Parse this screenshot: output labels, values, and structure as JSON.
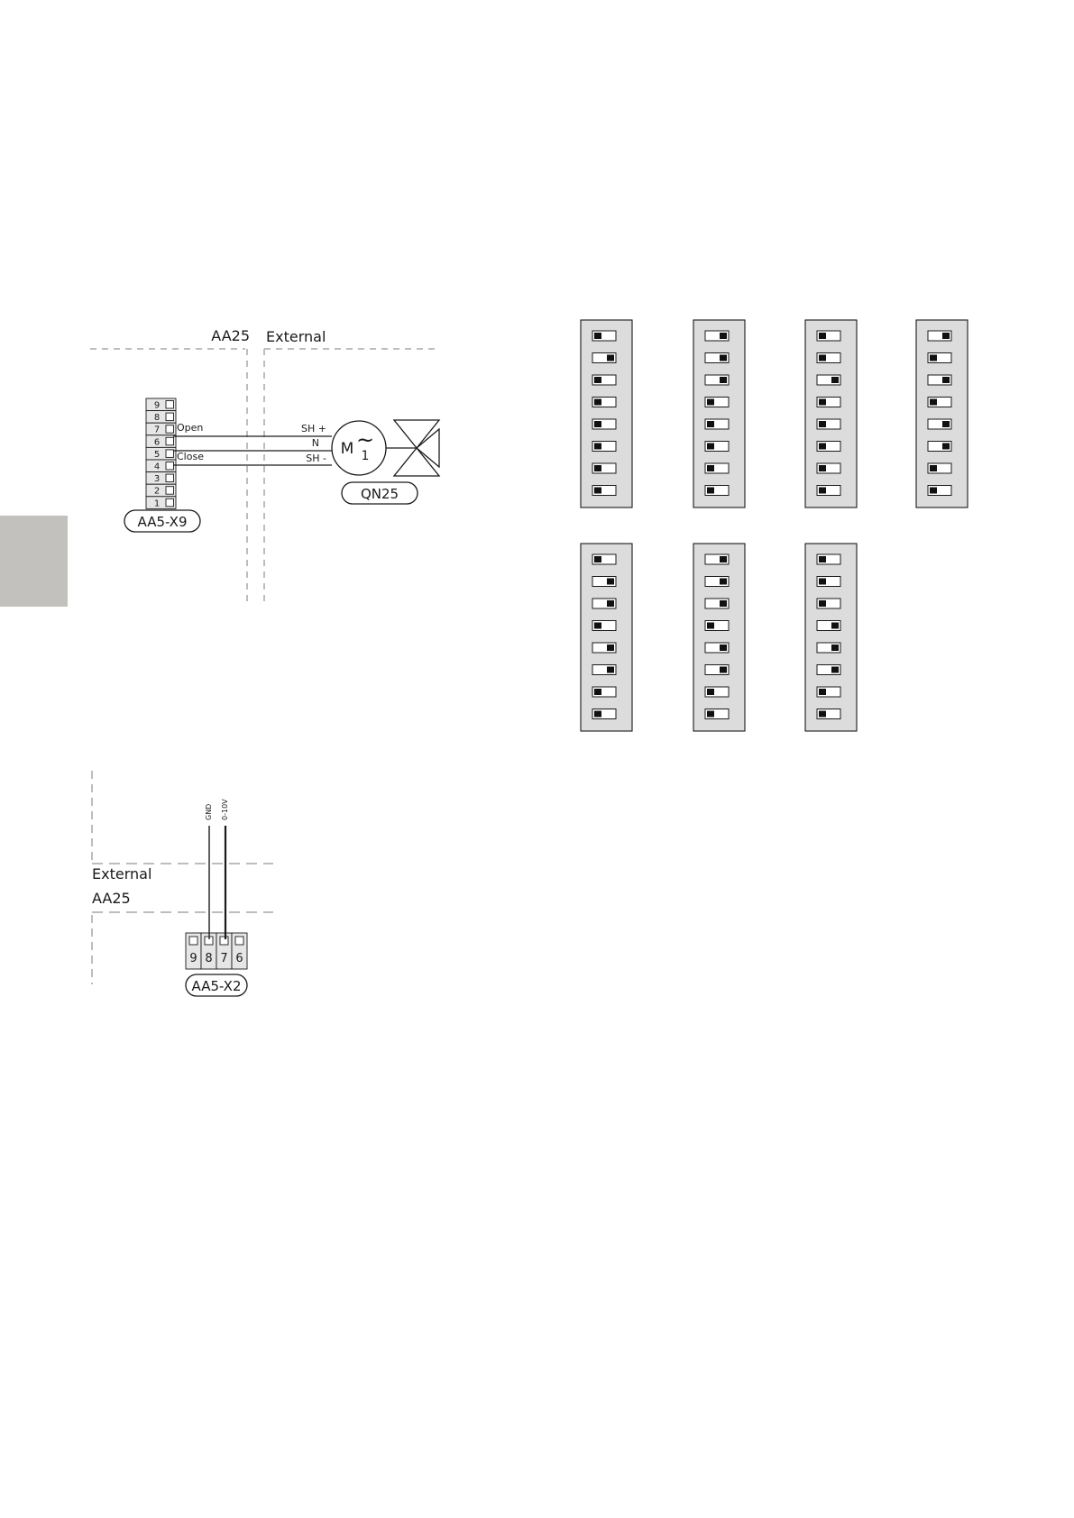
{
  "colors": {
    "tab": "#c3c1bd",
    "dip_panel": "#dcdcdc",
    "dashed": "#bdbdbd",
    "ink": "#1a1a1a"
  },
  "valve_diagram": {
    "zone_left": "AA25",
    "zone_right": "External",
    "terminal_block": "AA5-X9",
    "terminal_numbers": [
      "9",
      "8",
      "7",
      "6",
      "5",
      "4",
      "3",
      "2",
      "1"
    ],
    "open_label": "Open",
    "close_label": "Close",
    "motor_pins": [
      "SH +",
      "N",
      "SH -"
    ],
    "motor_letter": "M",
    "motor_tilde": "~",
    "motor_phase": "1",
    "actuator": "QN25"
  },
  "analog_diagram": {
    "zone_top": "External",
    "zone_bottom": "AA25",
    "terminal_block": "AA5-X2",
    "terminal_numbers": [
      "9",
      "8",
      "7",
      "6"
    ],
    "wire_gnd": "GND",
    "wire_signal": "0-10V"
  },
  "dip_switch_sets": [
    [
      "left",
      "right",
      "left",
      "left",
      "left",
      "left",
      "left",
      "left"
    ],
    [
      "right",
      "right",
      "right",
      "left",
      "left",
      "left",
      "left",
      "left"
    ],
    [
      "left",
      "left",
      "right",
      "left",
      "left",
      "left",
      "left",
      "left"
    ],
    [
      "right",
      "left",
      "right",
      "left",
      "right",
      "right",
      "left",
      "left"
    ],
    [
      "left",
      "right",
      "right",
      "left",
      "right",
      "right",
      "left",
      "left"
    ],
    [
      "right",
      "right",
      "right",
      "left",
      "right",
      "right",
      "left",
      "left"
    ],
    [
      "left",
      "left",
      "left",
      "right",
      "right",
      "right",
      "left",
      "left"
    ]
  ]
}
